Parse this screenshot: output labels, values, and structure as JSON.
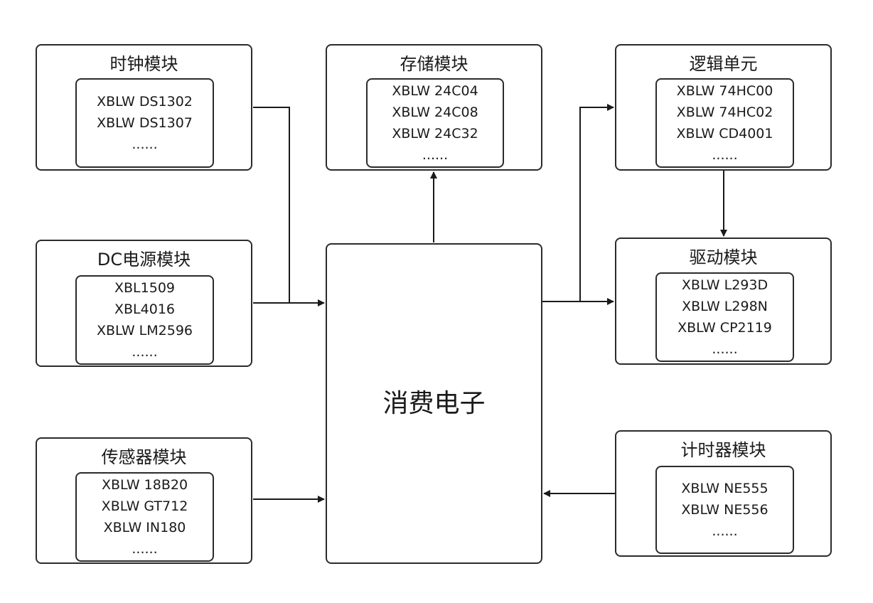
{
  "center": {
    "label": "消费电子"
  },
  "modules": {
    "clock": {
      "title": "时钟模块",
      "items": [
        "XBLW DS1302",
        "XBLW DS1307",
        "......"
      ]
    },
    "dc_power": {
      "title": "DC电源模块",
      "items": [
        "XBL1509",
        "XBL4016",
        "XBLW LM2596",
        "......"
      ]
    },
    "sensor": {
      "title": "传感器模块",
      "items": [
        "XBLW 18B20",
        "XBLW GT712",
        "XBLW IN180",
        "......"
      ]
    },
    "storage": {
      "title": "存储模块",
      "items": [
        "XBLW 24C04",
        "XBLW 24C08",
        "XBLW 24C32",
        "......"
      ]
    },
    "logic": {
      "title": "逻辑单元",
      "items": [
        "XBLW 74HC00",
        "XBLW 74HC02",
        "XBLW CD4001",
        "......"
      ]
    },
    "driver": {
      "title": "驱动模块",
      "items": [
        "XBLW L293D",
        "XBLW L298N",
        "XBLW CP2119",
        "......"
      ]
    },
    "timer": {
      "title": "计时器模块",
      "items": [
        "XBLW NE555",
        "XBLW NE556",
        "......"
      ]
    }
  },
  "colors": {
    "line": "#1a1a1a",
    "border": "#2b2b2b",
    "background": "#ffffff"
  }
}
